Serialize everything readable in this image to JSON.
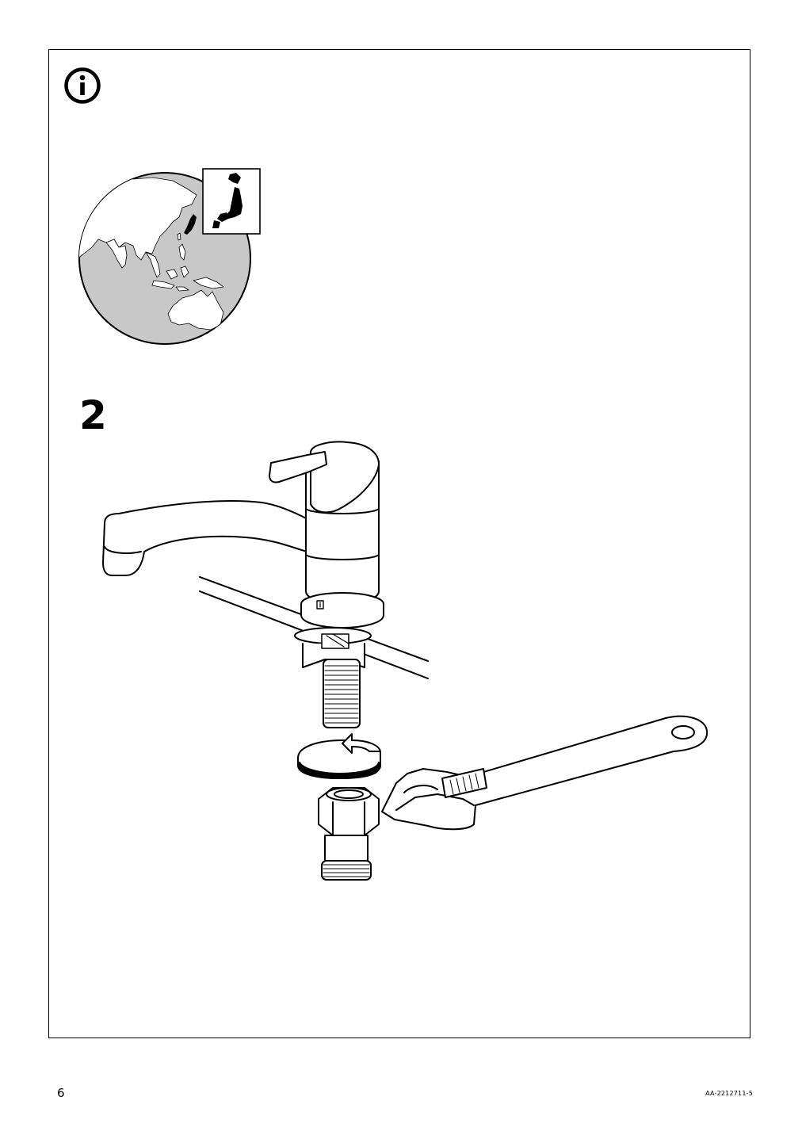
{
  "page": {
    "page_number": "6",
    "document_code": "AA-2212711-5"
  },
  "info_section": {
    "icon": "info-icon",
    "region_globe_icon": "asia-pacific-globe-icon",
    "region_inset_icon": "japan-map-icon"
  },
  "step": {
    "number": "2",
    "illustration_icons": [
      "faucet-icon",
      "countertop-icon",
      "threaded-shank-icon",
      "rotate-counterclockwise-arrow-icon",
      "connector-nut-icon",
      "adjustable-wrench-icon"
    ]
  }
}
